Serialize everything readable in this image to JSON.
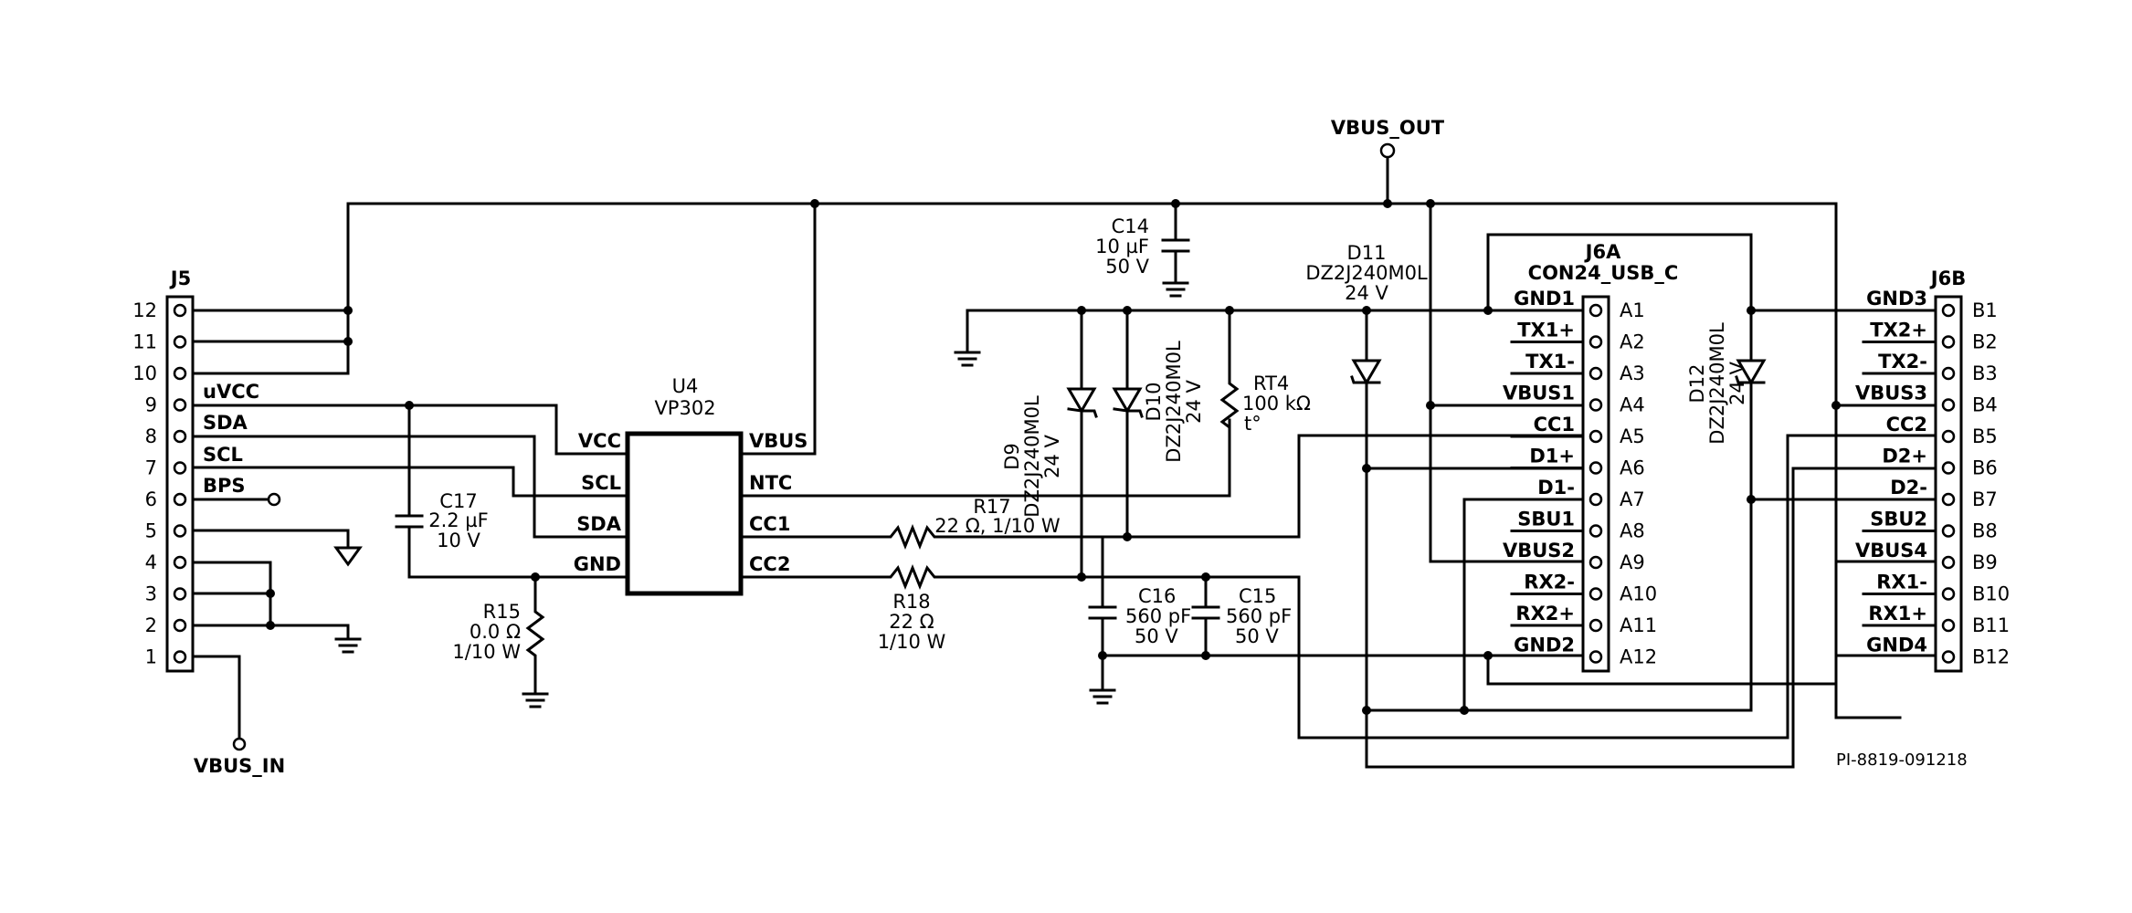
{
  "j5": {
    "ref": "J5",
    "pins": [
      "12",
      "11",
      "10",
      "9",
      "8",
      "7",
      "6",
      "5",
      "4",
      "3",
      "2",
      "1"
    ],
    "signals": {
      "p9": "uVCC",
      "p8": "SDA",
      "p7": "SCL",
      "p6": "BPS"
    }
  },
  "vbus_in": "VBUS_IN",
  "vbus_out": "VBUS_OUT",
  "u4": {
    "ref": "U4",
    "part": "VP302",
    "left_pins": [
      "VCC",
      "SCL",
      "SDA",
      "GND"
    ],
    "right_pins": [
      "VBUS",
      "NTC",
      "CC1",
      "CC2"
    ]
  },
  "c17": {
    "ref": "C17",
    "value": "2.2 µF",
    "voltage": "10 V"
  },
  "r15": {
    "ref": "R15",
    "value": "0.0 Ω",
    "power": "1/10 W"
  },
  "r17": {
    "ref": "R17",
    "value": "22 Ω, 1/10 W"
  },
  "r18": {
    "ref": "R18",
    "value": "22 Ω",
    "power": "1/10 W"
  },
  "c14": {
    "ref": "C14",
    "value": "10 µF",
    "voltage": "50 V"
  },
  "c16": {
    "ref": "C16",
    "value": "560 pF",
    "voltage": "50 V"
  },
  "c15": {
    "ref": "C15",
    "value": "560 pF",
    "voltage": "50 V"
  },
  "d9": {
    "ref": "D9",
    "part": "DZ2J240M0L",
    "voltage": "24 V"
  },
  "d10": {
    "ref": "D10",
    "part": "DZ2J240M0L",
    "voltage": "24 V"
  },
  "d11": {
    "ref": "D11",
    "part": "DZ2J240M0L",
    "voltage": "24 V"
  },
  "d12": {
    "ref": "D12",
    "part": "DZ2J240M0L",
    "voltage": "24 V"
  },
  "rt4": {
    "ref": "RT4",
    "value": "100 kΩ",
    "note": "t°"
  },
  "j6a": {
    "ref": "J6A",
    "part": "CON24_USB_C",
    "signals": [
      "GND1",
      "TX1+",
      "TX1-",
      "VBUS1",
      "CC1",
      "D1+",
      "D1-",
      "SBU1",
      "VBUS2",
      "RX2-",
      "RX2+",
      "GND2"
    ],
    "pins": [
      "A1",
      "A2",
      "A3",
      "A4",
      "A5",
      "A6",
      "A7",
      "A8",
      "A9",
      "A10",
      "A11",
      "A12"
    ]
  },
  "j6b": {
    "ref": "J6B",
    "signals": [
      "GND3",
      "TX2+",
      "TX2-",
      "VBUS3",
      "CC2",
      "D2+",
      "D2-",
      "SBU2",
      "VBUS4",
      "RX1-",
      "RX1+",
      "GND4"
    ],
    "pins": [
      "B1",
      "B2",
      "B3",
      "B4",
      "B5",
      "B6",
      "B7",
      "B8",
      "B9",
      "B10",
      "B11",
      "B12"
    ]
  },
  "drawing_number": "PI-8819-091218"
}
